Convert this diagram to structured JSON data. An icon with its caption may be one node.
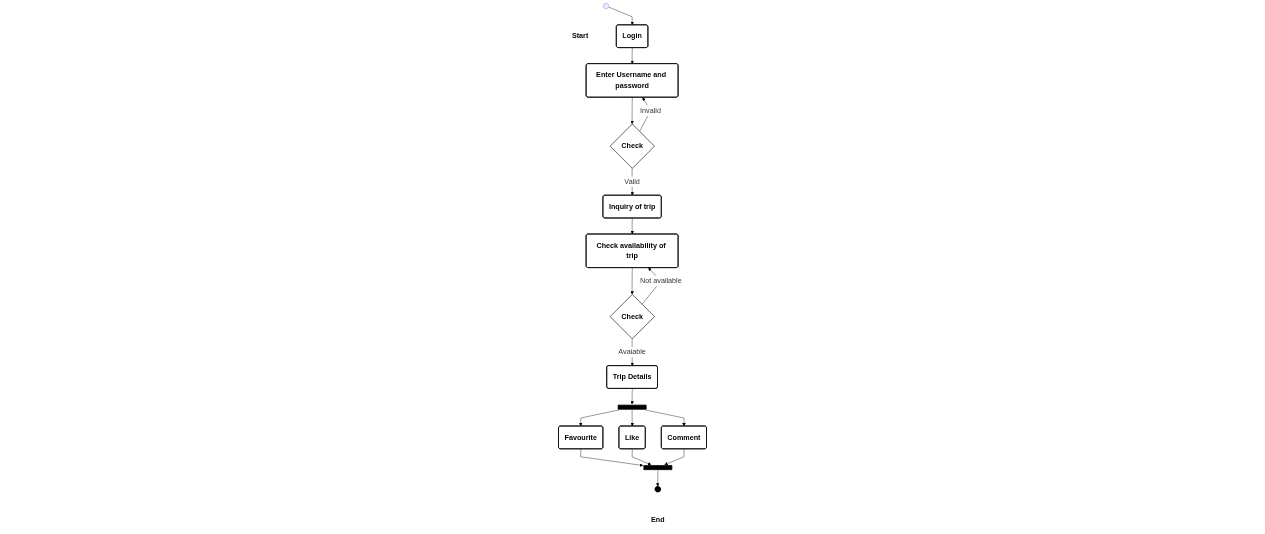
{
  "diagram": {
    "nodes": [
      {
        "text": [],
        "shape": "circle",
        "beside": [
          "Start"
        ]
      },
      {
        "text": [
          "Login"
        ]
      },
      {
        "text": [
          "Enter Username and password"
        ]
      },
      {
        "text": [
          "Check"
        ]
      },
      {
        "text": [
          "Inquiry of trip"
        ]
      },
      {
        "text": [
          "Check availability of trip"
        ]
      },
      {
        "text": [
          "Check"
        ]
      },
      {
        "text": [
          "Trip Details"
        ]
      },
      {
        "text": [],
        "shape": "bar"
      },
      {
        "text": [
          "Favourite"
        ]
      },
      {
        "text": [
          "Like"
        ]
      },
      {
        "text": [
          "Comment"
        ]
      },
      {
        "text": [],
        "shape": "bar"
      },
      {
        "text": [],
        "shape": "circle",
        "beside": [
          "End"
        ]
      }
    ],
    "edges": [
      {
        "from": 0,
        "to": 1,
        "arrow": "to"
      },
      {
        "from": 1,
        "to": 2,
        "arrow": "to"
      },
      {
        "from": 2,
        "to": 3,
        "arrow": "to"
      },
      {
        "from": 3,
        "to": 2,
        "label": "Invalid",
        "arrow": "to"
      },
      {
        "from": 3,
        "to": 4,
        "label": "Valid",
        "arrow": "to"
      },
      {
        "from": 4,
        "to": 5,
        "arrow": "to"
      },
      {
        "from": 5,
        "to": 6,
        "arrow": "to"
      },
      {
        "from": 6,
        "to": 5,
        "label": "Not available",
        "arrow": "to"
      },
      {
        "from": 6,
        "to": 7,
        "label": "Avaiable",
        "arrow": "to"
      },
      {
        "from": 7,
        "to": 8,
        "arrow": "to"
      },
      {
        "from": 8,
        "to": 9,
        "arrow": "to"
      },
      {
        "from": 8,
        "to": 10,
        "arrow": "to"
      },
      {
        "from": 8,
        "to": 11,
        "arrow": "to"
      },
      {
        "from": 9,
        "to": 12,
        "arrow": "to"
      },
      {
        "from": 10,
        "to": 12,
        "arrow": "to"
      },
      {
        "from": 11,
        "to": 12,
        "arrow": "to"
      },
      {
        "from": 12,
        "to": 13,
        "arrow": "to"
      }
    ]
  }
}
